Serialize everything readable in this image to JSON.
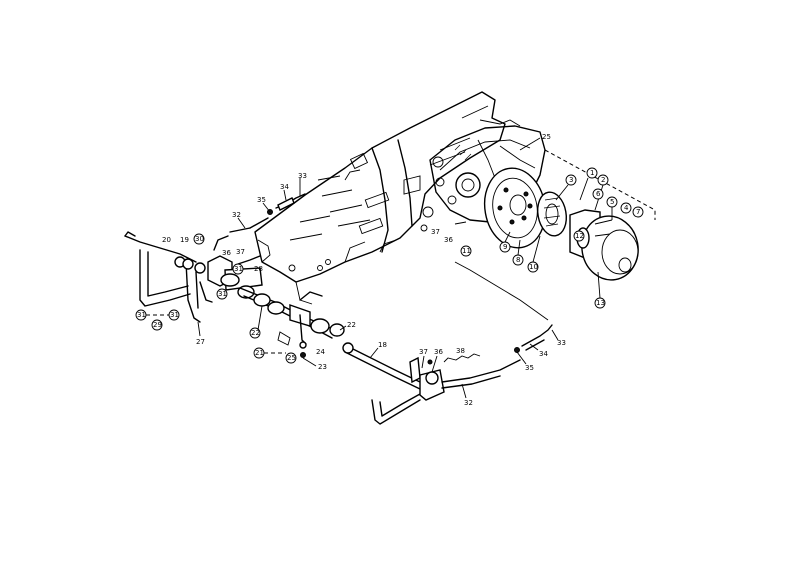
{
  "diagram": {
    "callouts": [
      {
        "id": "c1",
        "label": "25"
      },
      {
        "id": "c2",
        "label": "35"
      },
      {
        "id": "c3",
        "label": "34"
      },
      {
        "id": "c4",
        "label": "33"
      },
      {
        "id": "c5",
        "label": "32"
      },
      {
        "id": "c6",
        "label": "20"
      },
      {
        "id": "c7",
        "label": "19"
      },
      {
        "id": "c8",
        "label": "30"
      },
      {
        "id": "c9",
        "label": "36"
      },
      {
        "id": "c10",
        "label": "37"
      },
      {
        "id": "c11",
        "label": "28"
      },
      {
        "id": "c12",
        "label": "31"
      },
      {
        "id": "c13",
        "label": "31"
      },
      {
        "id": "c14",
        "label": "29"
      },
      {
        "id": "c15",
        "label": "31"
      },
      {
        "id": "c16",
        "label": "27"
      },
      {
        "id": "c17",
        "label": "22"
      },
      {
        "id": "c18",
        "label": "21"
      },
      {
        "id": "c19",
        "label": "25"
      },
      {
        "id": "c20",
        "label": "24"
      },
      {
        "id": "c21",
        "label": "23"
      },
      {
        "id": "c22",
        "label": "22"
      },
      {
        "id": "c23",
        "label": "18"
      },
      {
        "id": "c24",
        "label": "37"
      },
      {
        "id": "c25",
        "label": "36"
      },
      {
        "id": "c26",
        "label": "38"
      },
      {
        "id": "c27",
        "label": "35"
      },
      {
        "id": "c28",
        "label": "34"
      },
      {
        "id": "c29",
        "label": "33"
      },
      {
        "id": "c30",
        "label": "32"
      },
      {
        "id": "c31",
        "label": "37"
      },
      {
        "id": "c32",
        "label": "36"
      },
      {
        "id": "c33",
        "label": "11"
      },
      {
        "id": "c34",
        "label": "9"
      },
      {
        "id": "c35",
        "label": "8"
      },
      {
        "id": "c36",
        "label": "1"
      },
      {
        "id": "c37",
        "label": "2"
      },
      {
        "id": "c38",
        "label": "3"
      },
      {
        "id": "c39",
        "label": "6"
      },
      {
        "id": "c40",
        "label": "5"
      },
      {
        "id": "c41",
        "label": "4"
      },
      {
        "id": "c42",
        "label": "7"
      },
      {
        "id": "c43",
        "label": "10"
      },
      {
        "id": "c44",
        "label": "12"
      },
      {
        "id": "c45",
        "label": "13"
      }
    ]
  }
}
